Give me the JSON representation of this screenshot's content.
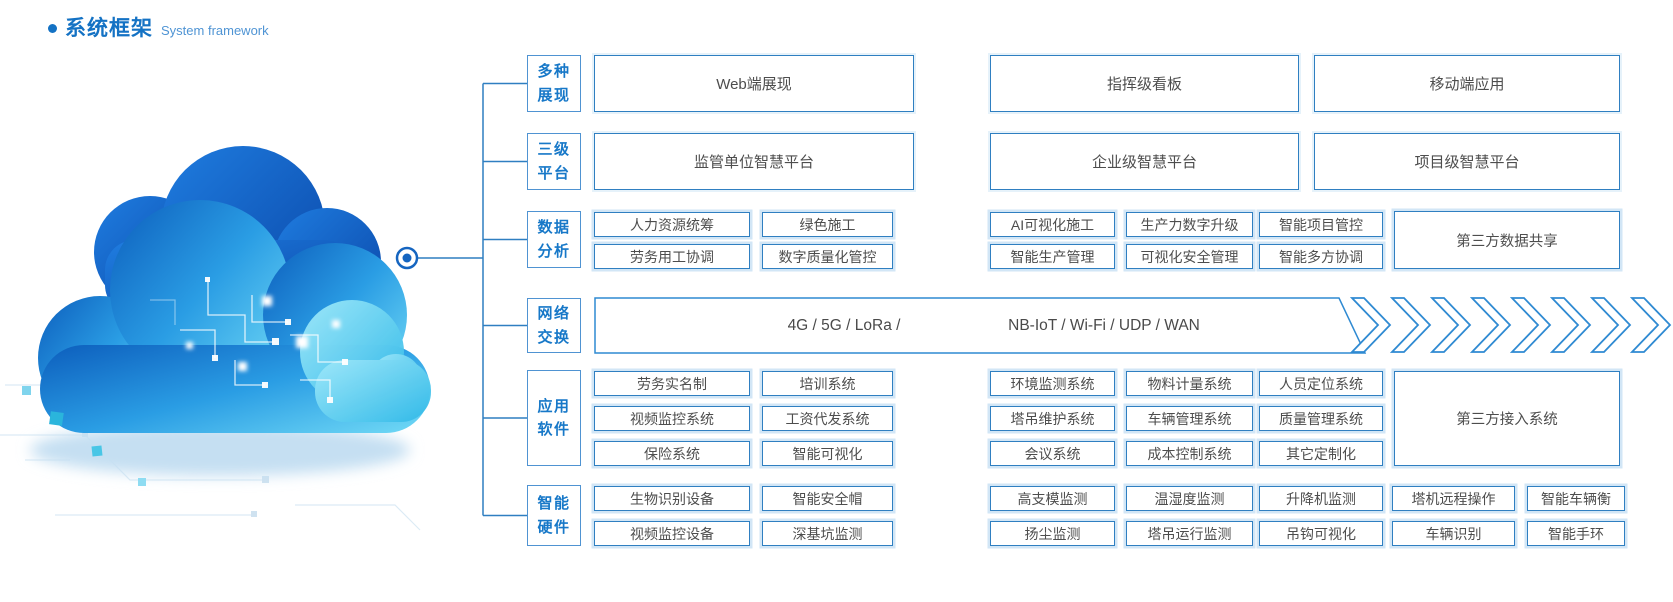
{
  "title": {
    "zh": "系统框架",
    "en": "System framework"
  },
  "colors": {
    "accent": "#1778c8",
    "box_border": "#2f7fc1",
    "box_text": "#4d4d4d",
    "light_border": "#d2e6f6"
  },
  "tree": {
    "rows": [
      {
        "label": "多种展现",
        "cells": [
          "Web端展现",
          "指挥级看板",
          "移动端应用"
        ]
      },
      {
        "label": "三级平台",
        "cells": [
          "监管单位智慧平台",
          "企业级智慧平台",
          "项目级智慧平台"
        ]
      },
      {
        "label": "数据分析",
        "line1": [
          "人力资源统筹",
          "绿色施工",
          "AI可视化施工",
          "生产力数字升级",
          "智能项目管控"
        ],
        "line2": [
          "劳务用工协调",
          "数字质量化管控",
          "智能生产管理",
          "可视化安全管理",
          "智能多方协调"
        ],
        "side": "第三方数据共享"
      },
      {
        "label": "网络交换",
        "band_left": "4G / 5G / LoRa /",
        "band_right": "NB-IoT / Wi-Fi / UDP / WAN"
      },
      {
        "label": "应用软件",
        "line1": [
          "劳务实名制",
          "培训系统",
          "环境监测系统",
          "物料计量系统",
          "人员定位系统"
        ],
        "line2": [
          "视频监控系统",
          "工资代发系统",
          "塔吊维护系统",
          "车辆管理系统",
          "质量管理系统"
        ],
        "line3": [
          "保险系统",
          "智能可视化",
          "会议系统",
          "成本控制系统",
          "其它定制化"
        ],
        "side": "第三方接入系统"
      },
      {
        "label": "智能硬件",
        "line1": [
          "生物识别设备",
          "智能安全帽",
          "高支模监测",
          "温湿度监测",
          "升降机监测",
          "塔机远程操作",
          "智能车辆衡"
        ],
        "line2": [
          "视频监控设备",
          "深基坑监测",
          "扬尘监测",
          "塔吊运行监测",
          "吊钩可视化",
          "车辆识别",
          "智能手环"
        ]
      }
    ]
  }
}
